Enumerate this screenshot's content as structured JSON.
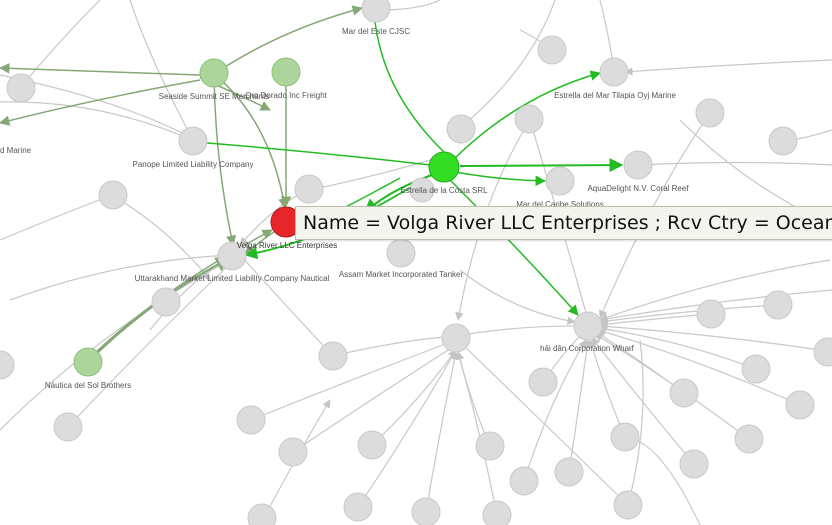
{
  "colors": {
    "selected_node": "#e8262a",
    "focus_node": "#33dd22",
    "partner_node": "#abd59b",
    "inactive_node": "#d9d9d9",
    "green_edge": "#22bb22",
    "partner_edge": "#86a878",
    "inactive_edge": "#bbbbbb"
  },
  "labels": {
    "mar_del_este": "Mar del Este CJSC",
    "seaside_summit": "Seaside Summit SE Merchants",
    "oro_dorado": "Oro Dorado Inc Freight",
    "estrella_del_mar": "Estrella del Mar Tilapia Oyj Marine",
    "left_marine": "d Marine",
    "panope": "Panope Limited Liability Company",
    "estrella_costa": "Estrella de la Costa SRL",
    "aquadelight": "AquaDelight N.V. Coral Reef",
    "mar_caribe": "Mar del Caribe Solutions",
    "volga": "Volga River LLC Enterprises",
    "uttarakhand": "Uttarakhand  Market Limited Liability Company Nautical",
    "assam": "Assam  Market Incorporated Tanker",
    "hai_dan": "hải dân Corporation Wharf",
    "nautica": "Náutica del Sol Brothers"
  },
  "tooltip": {
    "text": "Name = Volga River LLC Enterprises ; Rcv Ctry = Oceanus ;"
  }
}
